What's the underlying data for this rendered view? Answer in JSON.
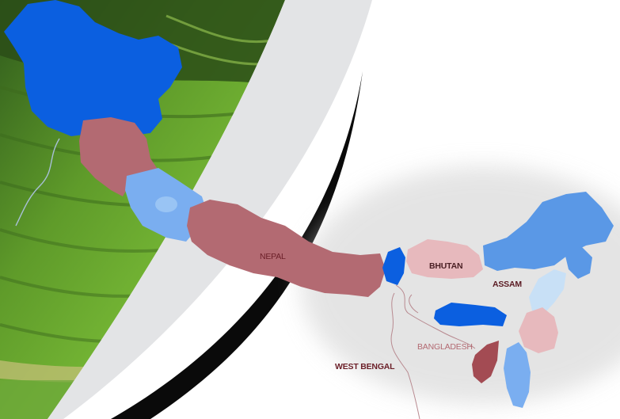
{
  "labels": {
    "nepal": "NEPAL",
    "bhutan": "BHUTAN",
    "assam": "ASSAM",
    "bangladesh": "BANGLADESH",
    "west_bengal": "WEST BENGAL"
  },
  "colors": {
    "deep_blue": "#0b5fe0",
    "mid_blue": "#5a98e6",
    "light_blue": "#8fbef0",
    "pale_blue": "#c8e0f6",
    "rose": "#b36a72",
    "light_rose": "#e7b9bd",
    "dark_red": "#a34b53",
    "border_line": "#b88a90",
    "terrace_green": "#5f9b2a",
    "swoosh_gray": "#e3e4e6",
    "swoosh_black": "#0a0a0a"
  },
  "icons": [
    "terrace-photo",
    "region-map"
  ]
}
